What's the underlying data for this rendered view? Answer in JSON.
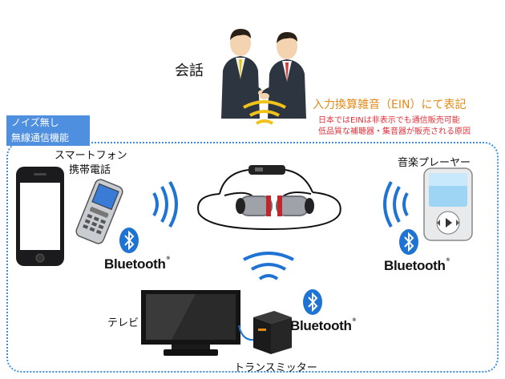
{
  "conversation": {
    "label": "会話"
  },
  "ein_note": {
    "title": "入力換算雑音（EIN）にて表記",
    "line1": "日本ではEINは非表示でも通信販売可能",
    "line2": "低品質な補聴器・集音器が販売される原因"
  },
  "badge": {
    "line1": "ノイズ無し",
    "line2": "無線通信機能"
  },
  "phone": {
    "label1": "スマートフォン",
    "label2": "携帯電話"
  },
  "music_player": {
    "label": "音楽プレーヤー"
  },
  "tv": {
    "label": "テレビ"
  },
  "transmitter": {
    "label": "トランスミッター"
  },
  "bluetooth": {
    "word": "Bluetooth",
    "mark": "®"
  },
  "colors": {
    "bluetooth_blue": "#1f73d2",
    "wave_blue": "#1f73d2",
    "wave_yellow": "#f0c21a",
    "note_orange": "#e38a17",
    "note_red": "#e0303a",
    "frame_blue": "#3e8de0"
  }
}
